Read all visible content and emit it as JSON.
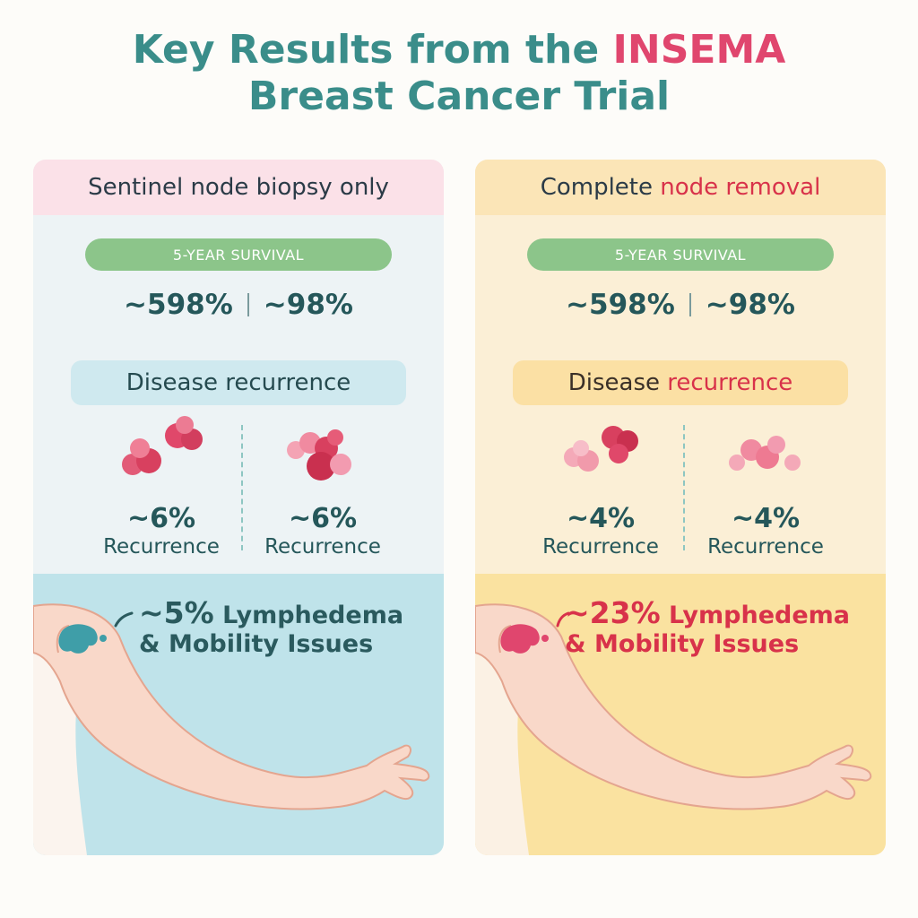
{
  "title": {
    "line1_prefix": "Key Results from the ",
    "line1_highlight": "INSEMA",
    "line2": "Breast Cancer Trial"
  },
  "colors": {
    "teal": "#3a8d8a",
    "pink": "#e0466e",
    "red": "#d8324a",
    "green_pill": "#8cc58a",
    "left_lower": "#bfe3ea",
    "right_lower": "#fae2a0"
  },
  "left": {
    "heading": "Sentinel node biopsy only",
    "survival_label": "5-YEAR SURVIVAL",
    "survival_values": [
      "~598%",
      "~98%"
    ],
    "recurrence_heading": "Disease recurrence",
    "recurrence": [
      {
        "value": "~6%",
        "label": "Recurrence"
      },
      {
        "value": "~6%",
        "label": "Recurrence"
      }
    ],
    "side_effect": {
      "value": "~5%",
      "text_a": "Lymphedema",
      "text_b": "& Mobility Issues"
    }
  },
  "right": {
    "heading_a": "Complete ",
    "heading_b": "node removal",
    "survival_label": "5-YEAR SURVIVAL",
    "survival_values": [
      "~598%",
      "~98%"
    ],
    "recurrence_heading_a": "Disease ",
    "recurrence_heading_b": "recurrence",
    "recurrence": [
      {
        "value": "~4%",
        "label": "Recurrence"
      },
      {
        "value": "~4%",
        "label": "Recurrence"
      }
    ],
    "side_effect": {
      "value": "~23%",
      "text_a": "Lymphedema",
      "text_b": "& Mobility Issues"
    }
  },
  "icons": {
    "cells": "cancer-cells-icon",
    "arm": "arm-illustration"
  }
}
